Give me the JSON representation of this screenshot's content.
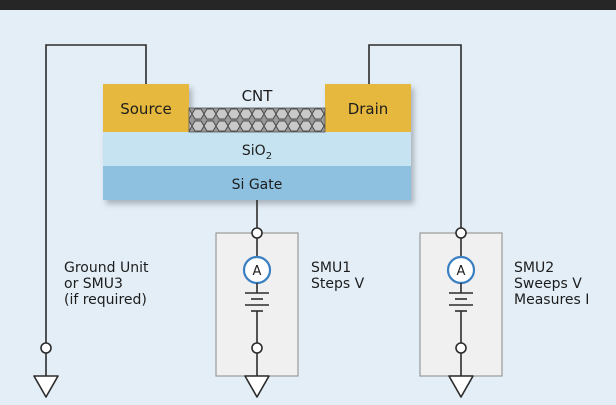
{
  "diagram": {
    "labels": {
      "cnt": "CNT",
      "source": "Source",
      "drain": "Drain",
      "oxide_base": "SiO",
      "oxide_sub": "2",
      "gate": "Si Gate",
      "ammeter": "A"
    },
    "ground_unit": [
      "Ground Unit",
      "or SMU3",
      "(if required)"
    ],
    "smu1": [
      "SMU1",
      "Steps V"
    ],
    "smu2": [
      "SMU2",
      "Sweeps V",
      "Measures I"
    ]
  },
  "colors": {
    "background": "#e3eef7",
    "contact": "#e6b83c",
    "oxide": "#c6e3f1",
    "gate": "#8ec1df",
    "instrument_box": "#f0f0f0",
    "ammeter_ring": "#3a7fc1"
  }
}
